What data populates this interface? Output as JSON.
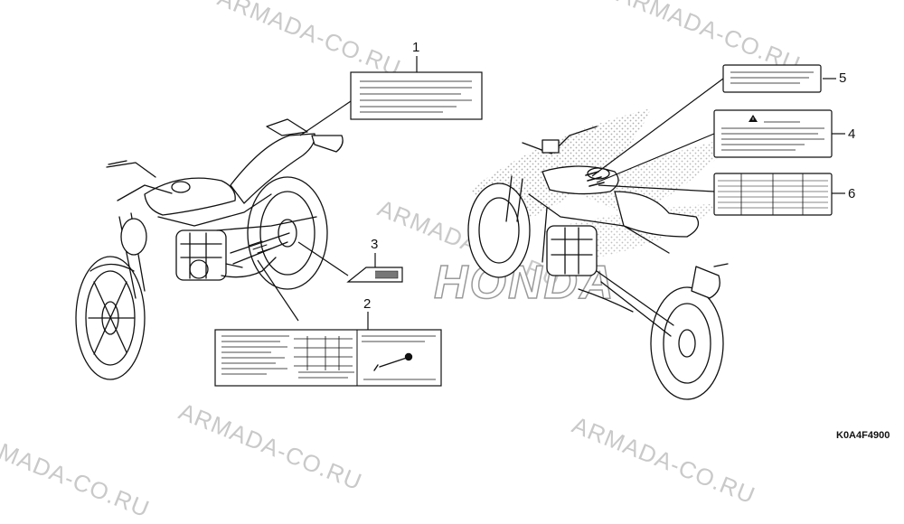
{
  "watermarks": [
    "ARMADA-CO.RU",
    "ARMADA-CO.RU",
    "ARMADA-CO.RU",
    "ARMADA-CO.RU",
    "ARMADA-CO.RU",
    "ARMADA-CO.RU"
  ],
  "callouts": [
    "1",
    "2",
    "3",
    "4",
    "5",
    "6"
  ],
  "diagram_code": "K0A4F4900",
  "brand_text": "HONDA",
  "colors": {
    "line": "#111111",
    "watermark": "#c9c9c9",
    "fill": "#ffffff",
    "dots": "#8a8a8a"
  },
  "icons": [
    "warning-triangle-icon",
    "wrench-icon"
  ]
}
